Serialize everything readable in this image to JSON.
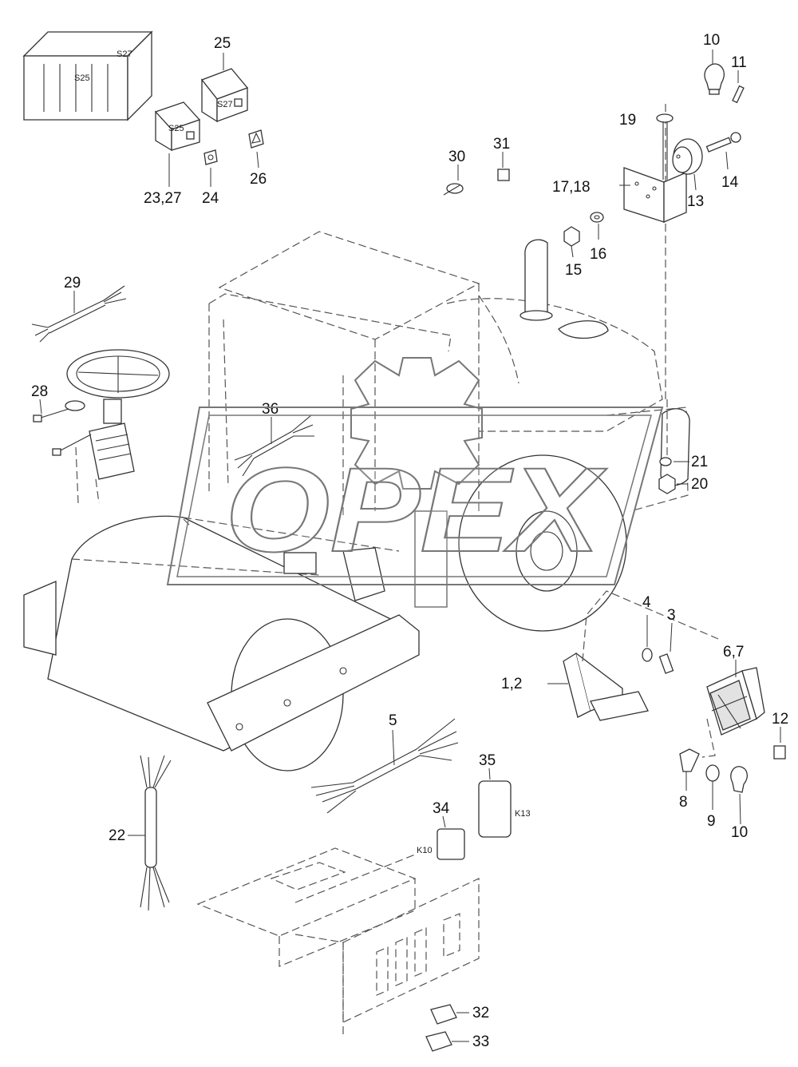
{
  "watermark": {
    "text": "OPEX"
  },
  "callouts": {
    "c1_2": "1,2",
    "c3": "3",
    "c4": "4",
    "c5": "5",
    "c6_7": "6,7",
    "c8": "8",
    "c9": "9",
    "c10_top": "10",
    "c10_bottom": "10",
    "c11": "11",
    "c12": "12",
    "c13": "13",
    "c14": "14",
    "c15": "15",
    "c16": "16",
    "c17_18": "17,18",
    "c19": "19",
    "c20": "20",
    "c21": "21",
    "c22": "22",
    "c23_27": "23,27",
    "c24": "24",
    "c25": "25",
    "c26": "26",
    "c28": "28",
    "c29": "29",
    "c30": "30",
    "c31": "31",
    "c32": "32",
    "c33": "33",
    "c34": "34",
    "c35": "35",
    "c36": "36"
  },
  "part_labels": {
    "s25_panel": "S25",
    "s27_panel": "S27",
    "s25_switch": "S25",
    "s27_switch": "S27",
    "k10": "K10",
    "k13": "K13"
  }
}
